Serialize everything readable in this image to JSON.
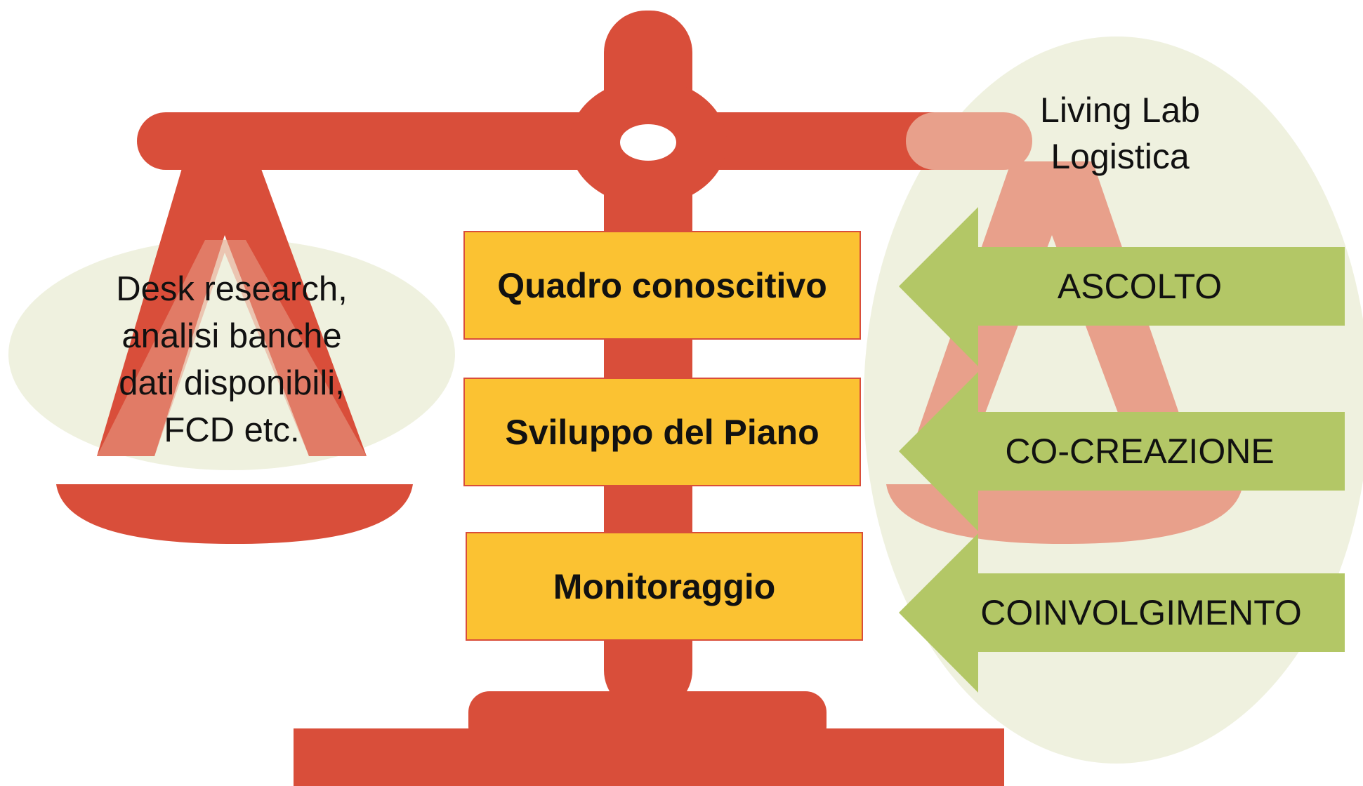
{
  "colors": {
    "scale": "#d94e3a",
    "scale_faded": "#e8a08b",
    "ellipse": "#eff1df",
    "stage_fill": "#fbc232",
    "arrow_fill": "#b3c766",
    "text": "#111111"
  },
  "left_pan": {
    "lines": [
      "Desk research,",
      "analisi banche",
      "dati disponibili,",
      "FCD etc."
    ]
  },
  "right_pan": {
    "lines": [
      "Living Lab",
      "Logistica"
    ]
  },
  "stages": [
    {
      "label": "Quadro conoscitivo"
    },
    {
      "label": "Sviluppo del Piano"
    },
    {
      "label": "Monitoraggio"
    }
  ],
  "arrows": [
    {
      "label": "ASCOLTO"
    },
    {
      "label": "CO-CREAZIONE"
    },
    {
      "label": "COINVOLGIMENTO"
    }
  ]
}
